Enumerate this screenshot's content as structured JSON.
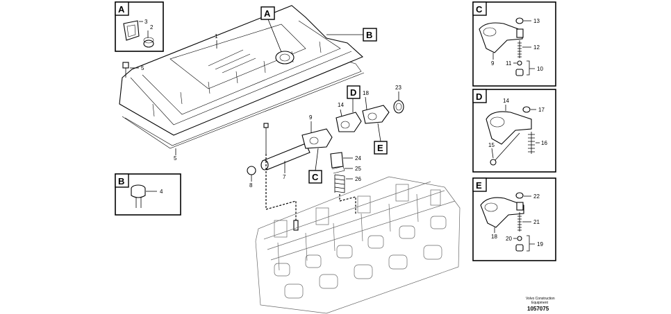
{
  "callouts": {
    "A": "A",
    "B": "B",
    "C": "C",
    "D": "D",
    "E": "E"
  },
  "labels": {
    "n1": "1",
    "n2": "2",
    "n3": "3",
    "n4": "4",
    "n5a": "5",
    "n5b": "5",
    "n7": "7",
    "n8": "8",
    "n9": "9",
    "n14": "14",
    "n18": "18",
    "n23": "23",
    "n24": "24",
    "n25": "25",
    "n26": "26",
    "c13": "13",
    "c12": "12",
    "c11": "11",
    "c10": "10",
    "c9": "9",
    "d14": "14",
    "d17": "17",
    "d15": "15",
    "d16": "16",
    "e22": "22",
    "e21": "21",
    "e20": "20",
    "e19": "19",
    "e18": "18"
  },
  "footer": {
    "line1": "Volvo Construction",
    "line2": "Equipment",
    "number": "1057075"
  }
}
